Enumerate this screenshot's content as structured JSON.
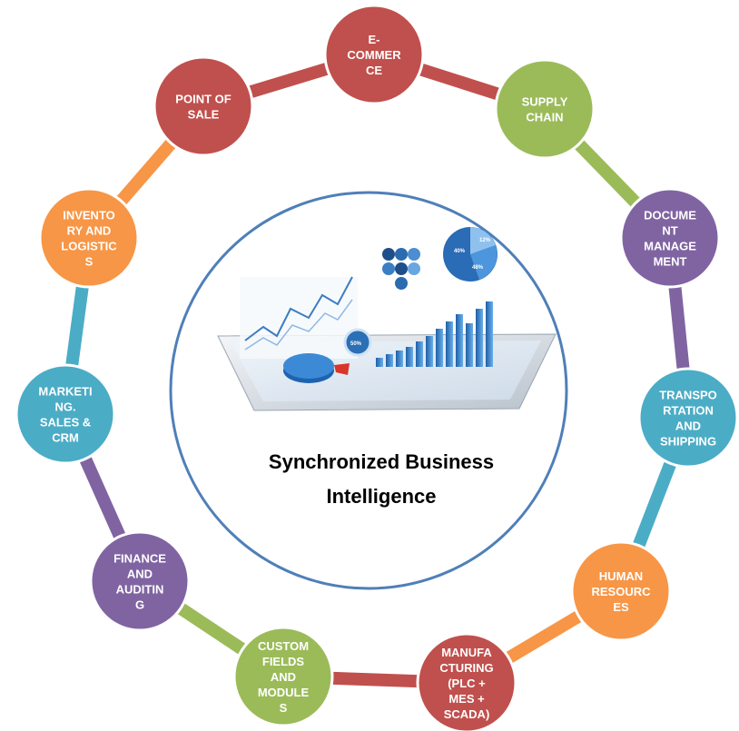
{
  "center": {
    "title_lines": [
      "Synchronized Business",
      "Intelligence"
    ],
    "graphic": {
      "donut_labels": [
        "40%",
        "12%",
        "48%"
      ],
      "gauge_label": "50%"
    }
  },
  "nodes": [
    {
      "id": "ecommerce",
      "lines": [
        "E-",
        "COMMER",
        "CE"
      ],
      "color": "#c0504d"
    },
    {
      "id": "supply-chain",
      "lines": [
        "SUPPLY",
        "CHAIN"
      ],
      "color": "#9bbb59"
    },
    {
      "id": "document-management",
      "lines": [
        "DOCUME",
        "NT",
        "MANAGE",
        "MENT"
      ],
      "color": "#8064a2"
    },
    {
      "id": "transportation-shipping",
      "lines": [
        "TRANSPO",
        "RTATION",
        "AND",
        "SHIPPING"
      ],
      "color": "#4bacc6"
    },
    {
      "id": "human-resources",
      "lines": [
        "HUMAN",
        "RESOURC",
        "ES"
      ],
      "color": "#f79646"
    },
    {
      "id": "manufacturing",
      "lines": [
        "MANUFA",
        "CTURING",
        "(PLC +",
        "MES +",
        "SCADA)"
      ],
      "color": "#c0504d"
    },
    {
      "id": "custom-fields",
      "lines": [
        "CUSTOM",
        "FIELDS",
        "AND",
        "MODULE",
        "S"
      ],
      "color": "#9bbb59"
    },
    {
      "id": "finance-auditing",
      "lines": [
        "FINANCE",
        "AND",
        "AUDITIN",
        "G"
      ],
      "color": "#8064a2"
    },
    {
      "id": "marketing-sales-crm",
      "lines": [
        "MARKETI",
        "NG.",
        "SALES &",
        "CRM"
      ],
      "color": "#4bacc6"
    },
    {
      "id": "inventory-logistics",
      "lines": [
        "INVENTO",
        "RY AND",
        "LOGISTIC",
        "S"
      ],
      "color": "#f79646"
    },
    {
      "id": "point-of-sale",
      "lines": [
        "POINT OF",
        "SALE"
      ],
      "color": "#c0504d"
    }
  ],
  "ring_colors": [
    "#c0504d",
    "#9bbb59",
    "#8064a2",
    "#4bacc6",
    "#f79646",
    "#c0504d",
    "#9bbb59",
    "#8064a2",
    "#4bacc6",
    "#f79646",
    "#c0504d"
  ],
  "central_circle_color": "#4f7fb8"
}
